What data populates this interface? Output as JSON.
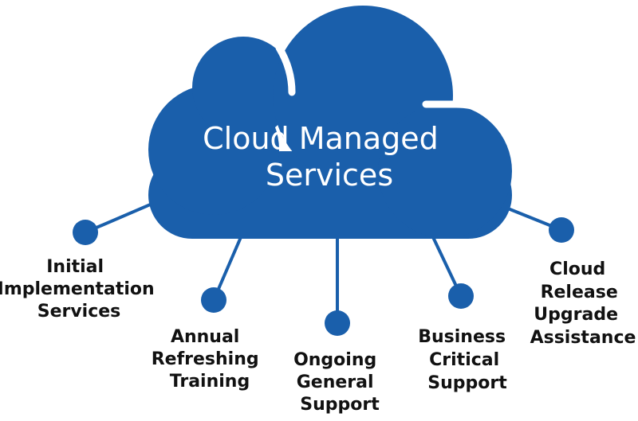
{
  "cloud": {
    "title_lines": [
      "Cloud Managed",
      "Services"
    ],
    "color": "#1a5fab"
  },
  "nodes": [
    {
      "id": "initial-implementation-services",
      "lines": [
        "Initial",
        "Implementation",
        "Services"
      ]
    },
    {
      "id": "annual-refreshing-training",
      "lines": [
        "Annual",
        "Refreshing",
        "Training"
      ]
    },
    {
      "id": "ongoing-general-support",
      "lines": [
        "Ongoing",
        "General",
        "Support"
      ]
    },
    {
      "id": "business-critical-support",
      "lines": [
        "Business",
        "Critical",
        "Support"
      ]
    },
    {
      "id": "cloud-release-upgrade-assistance",
      "lines": [
        "Cloud",
        "Release",
        "Upgrade",
        "Assistance"
      ]
    }
  ],
  "colors": {
    "accent": "#1a5fab",
    "label_text": "#111111",
    "background": "#ffffff"
  }
}
